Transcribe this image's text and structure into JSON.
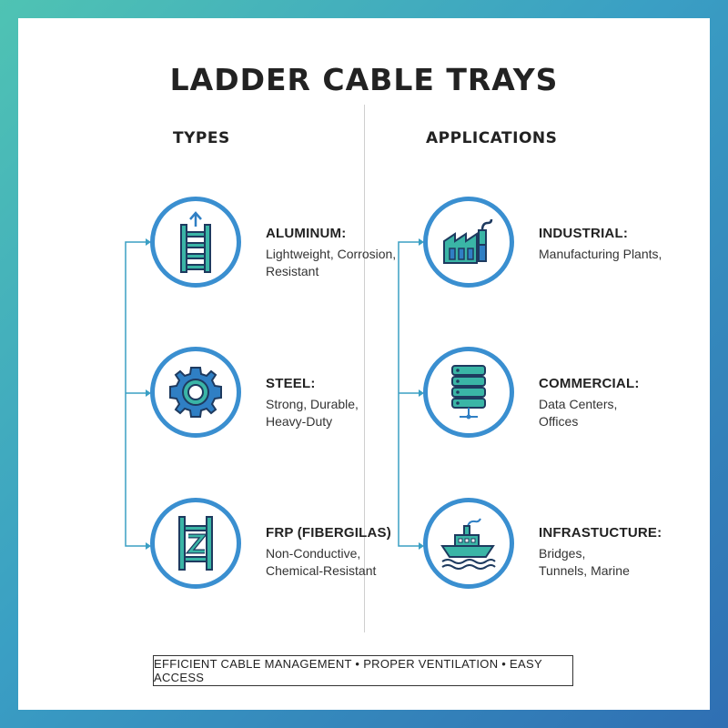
{
  "title": "LADDER CABLE TRAYS",
  "columns": {
    "types_heading": "TYPES",
    "applications_heading": "APPLICATIONS"
  },
  "types": [
    {
      "title": "ALUMINUM:",
      "lines": [
        "Lightweight, Corrosion,",
        "Resistant"
      ],
      "icon": "ladder-up-arrow-icon"
    },
    {
      "title": "STEEL:",
      "lines": [
        "Strong, Durable,",
        "Heavy-Duty"
      ],
      "icon": "gear-icon"
    },
    {
      "title": "FRP (FIBERGILAS)",
      "lines": [
        "Non-Conductive,",
        "Chemical-Resistant"
      ],
      "icon": "frp-ladder-icon"
    }
  ],
  "applications": [
    {
      "title": "INDUSTRIAL:",
      "lines": [
        "Manufacturing Plants,"
      ],
      "icon": "factory-icon"
    },
    {
      "title": "COMMERCIAL:",
      "lines": [
        "Data Centers,",
        "Offices"
      ],
      "icon": "server-rack-icon"
    },
    {
      "title": "INFRASTUCTURE:",
      "lines": [
        "Bridges,",
        "Tunnels, Marine"
      ],
      "icon": "ship-icon"
    }
  ],
  "footer": "EFFICIENT CABLE MANAGEMENT • PROPER VENTILATION • EASY ACCESS",
  "colors": {
    "circle_border": "#3a8fd0",
    "icon_teal": "#3ab5a6",
    "icon_blue": "#2f7fc4",
    "dark_outline": "#1e3a5f"
  }
}
